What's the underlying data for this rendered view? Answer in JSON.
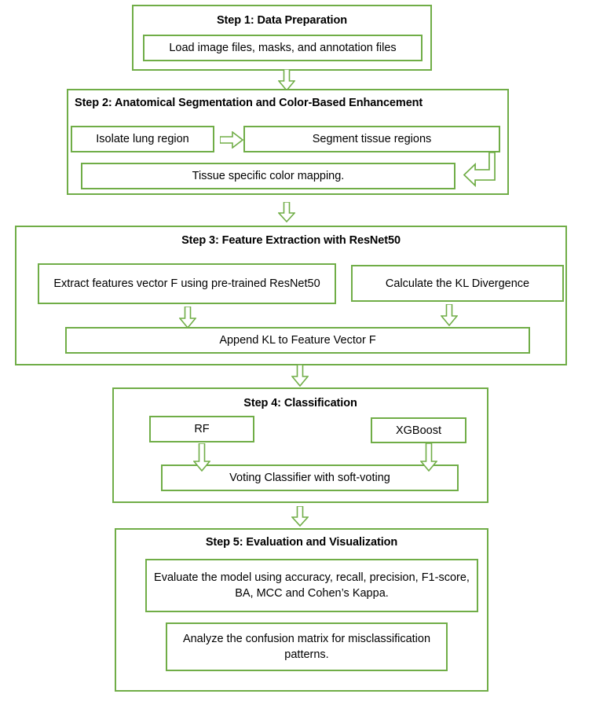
{
  "diagram": {
    "title": "Methodology flowchart",
    "accent_color": "#70AD47",
    "background_color": "#FFFFFF",
    "text_color": "#000000"
  },
  "steps": [
    {
      "id": "step1",
      "title": "Step 1: Data Preparation",
      "nodes": [
        {
          "id": "load-files",
          "label": "Load image files, masks, and annotation files"
        }
      ]
    },
    {
      "id": "step2",
      "title": "Step 2: Anatomical Segmentation and Color-Based Enhancement",
      "nodes": [
        {
          "id": "isolate-lung",
          "label": "Isolate lung region"
        },
        {
          "id": "segment-tissue",
          "label": "Segment tissue regions"
        },
        {
          "id": "color-mapping",
          "label": "Tissue specific color mapping."
        }
      ]
    },
    {
      "id": "step3",
      "title": "Step 3: Feature Extraction with ResNet50",
      "nodes": [
        {
          "id": "extract-features",
          "label": "Extract features vector F using pre-trained ResNet50"
        },
        {
          "id": "calculate-kl",
          "label": "Calculate the KL Divergence"
        },
        {
          "id": "append-kl",
          "label": "Append KL to Feature Vector F"
        }
      ]
    },
    {
      "id": "step4",
      "title": "Step 4:  Classification",
      "nodes": [
        {
          "id": "rf",
          "label": "RF"
        },
        {
          "id": "xgboost",
          "label": "XGBoost"
        },
        {
          "id": "voting",
          "label": "Voting Classifier with soft-voting"
        }
      ]
    },
    {
      "id": "step5",
      "title": "Step 5: Evaluation and Visualization",
      "nodes": [
        {
          "id": "evaluate",
          "label": "Evaluate the model using accuracy, recall, precision, F1-score, BA, MCC and Cohen’s Kappa."
        },
        {
          "id": "confusion",
          "label": "Analyze the confusion matrix for misclassification patterns."
        }
      ]
    }
  ],
  "connectors": [
    {
      "id": "c1",
      "direction": "down",
      "from": "step1",
      "to": "step2"
    },
    {
      "id": "c2",
      "direction": "right",
      "from": "isolate-lung",
      "to": "segment-tissue"
    },
    {
      "id": "c3",
      "direction": "return-left",
      "from": "segment-tissue",
      "to": "color-mapping"
    },
    {
      "id": "c4",
      "direction": "down",
      "from": "step2",
      "to": "step3"
    },
    {
      "id": "c5",
      "direction": "down",
      "from": "extract-features",
      "to": "append-kl"
    },
    {
      "id": "c6",
      "direction": "down",
      "from": "calculate-kl",
      "to": "append-kl"
    },
    {
      "id": "c7",
      "direction": "down",
      "from": "step3",
      "to": "step4"
    },
    {
      "id": "c8",
      "direction": "down",
      "from": "rf",
      "to": "voting"
    },
    {
      "id": "c9",
      "direction": "down",
      "from": "xgboost",
      "to": "voting"
    },
    {
      "id": "c10",
      "direction": "down",
      "from": "step4",
      "to": "step5"
    }
  ]
}
